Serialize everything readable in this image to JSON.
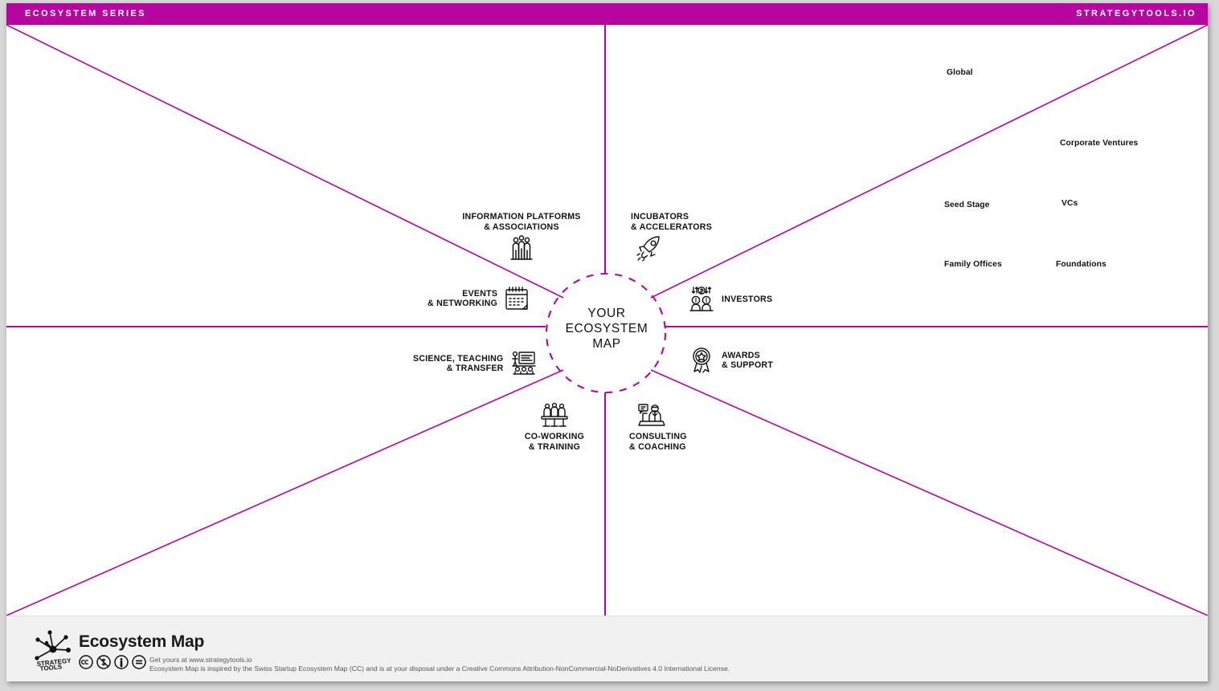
{
  "header": {
    "left_label": "ECOSYSTEM SERIES",
    "right_label": "STRATEGYTOOLS.IO",
    "bar_color": "#b5069f"
  },
  "theme": {
    "accent": "#b5069f",
    "line": "#b5069f",
    "text": "#111111",
    "sheet_bg": "#ffffff",
    "footer_bg": "#f1f1f1"
  },
  "center": {
    "line1": "YOUR",
    "line2": "ECOSYSTEM",
    "line3": "MAP"
  },
  "nodes": [
    {
      "id": "information-platforms",
      "line1": "INFORMATION PLATFORMS",
      "line2": "& ASSOCIATIONS",
      "icon": "people-group-icon"
    },
    {
      "id": "events-networking",
      "line1": "EVENTS",
      "line2": "& NETWORKING",
      "icon": "calendar-icon"
    },
    {
      "id": "science-teaching-transfer",
      "line1": "SCIENCE, TEACHING",
      "line2": "& TRANSFER",
      "icon": "lecture-board-icon"
    },
    {
      "id": "co-working-training",
      "line1": "CO-WORKING",
      "line2": "& TRAINING",
      "icon": "meeting-table-icon"
    },
    {
      "id": "incubators-accelerators",
      "line1": "INCUBATORS",
      "line2": "& ACCELERATORS",
      "icon": "rocket-icon"
    },
    {
      "id": "investors",
      "line1": "INVESTORS",
      "line2": "",
      "icon": "money-people-icon"
    },
    {
      "id": "awards-support",
      "line1": "AWARDS",
      "line2": "& SUPPORT",
      "icon": "award-medal-icon"
    },
    {
      "id": "consulting-coaching",
      "line1": "CONSULTING",
      "line2": "& COACHING",
      "icon": "laptop-person-icon"
    }
  ],
  "investor_types": [
    {
      "id": "global",
      "label": "Global"
    },
    {
      "id": "corporate-ventures",
      "label": "Corporate Ventures"
    },
    {
      "id": "seed-stage",
      "label": "Seed Stage"
    },
    {
      "id": "vcs",
      "label": "VCs"
    },
    {
      "id": "family-offices",
      "label": "Family Offices"
    },
    {
      "id": "foundations",
      "label": "Foundations"
    }
  ],
  "footer": {
    "logo_line1": "STRATEGY",
    "logo_line2": "TOOLS",
    "title": "Ecosystem Map",
    "line1": "Get yours at www.strategytools.io",
    "line2": "Ecosystem Map is inspired by the Swiss Startup Ecosystem Map (CC) and is at your disposal under a Creative Commons Attribution-NonCommercial-NoDerivatives 4.0 International License.",
    "cc_icons": [
      "cc-icon",
      "non-commercial-icon",
      "attribution-icon",
      "no-derivatives-icon"
    ]
  }
}
